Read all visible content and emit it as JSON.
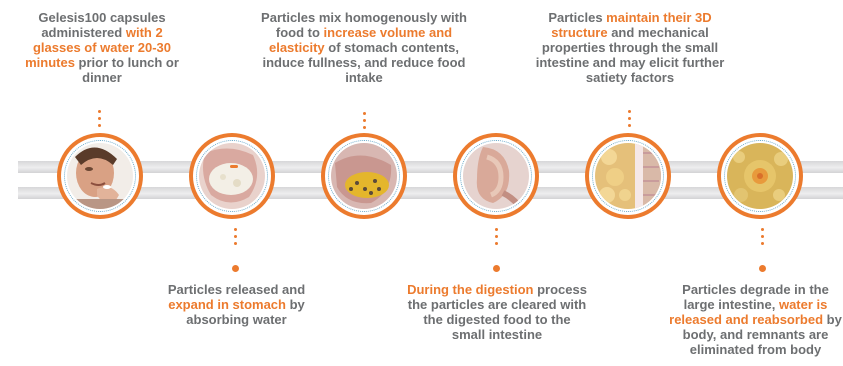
{
  "steps": [
    {
      "parts": [
        {
          "text": "Gelesis100 capsules administered ",
          "hl": false
        },
        {
          "text": "with 2 glasses of water 20-30 minutes",
          "hl": true
        },
        {
          "text": " prior to lunch or dinner",
          "hl": false
        }
      ]
    },
    {
      "parts": [
        {
          "text": "Particles released and ",
          "hl": false
        },
        {
          "text": "expand in stomach",
          "hl": true
        },
        {
          "text": " by absorbing water",
          "hl": false
        }
      ]
    },
    {
      "parts": [
        {
          "text": "Particles mix homogenously with food to ",
          "hl": false
        },
        {
          "text": "increase volume and elasticity",
          "hl": true
        },
        {
          "text": " of stomach contents, induce fullness, and reduce food intake",
          "hl": false
        }
      ]
    },
    {
      "parts": [
        {
          "text": "During the digestion",
          "hl": true
        },
        {
          "text": " process the particles are cleared with the digested food to the small intestine",
          "hl": false
        }
      ]
    },
    {
      "parts": [
        {
          "text": "Particles ",
          "hl": false
        },
        {
          "text": "maintain their 3D structure",
          "hl": true
        },
        {
          "text": " and mechanical properties through the small intestine and may elicit further satiety factors",
          "hl": false
        }
      ]
    },
    {
      "parts": [
        {
          "text": "Particles degrade in the large intestine, ",
          "hl": false
        },
        {
          "text": "water is released and reabsorbed",
          "hl": true
        },
        {
          "text": " by body, and remnants are eliminated from body",
          "hl": false
        }
      ]
    }
  ],
  "images": [
    "person-taking-capsules-photo",
    "stomach-expansion-illustration",
    "stomach-food-mixing-illustration",
    "digestion-stomach-illustration",
    "small-intestine-villi-illustration",
    "large-intestine-particles-illustration"
  ],
  "colors": {
    "accent": "#ec7b2e",
    "text": "#6d6f71",
    "ring_dots": "#6aa9c9",
    "band": "#e1e1e3"
  }
}
